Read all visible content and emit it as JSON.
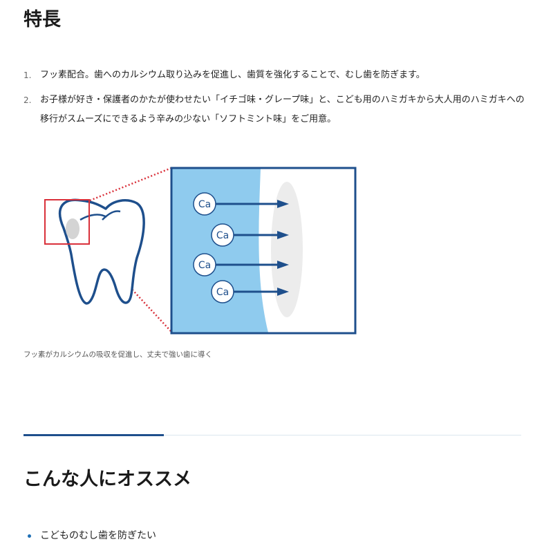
{
  "features": {
    "title": "特長",
    "items": [
      {
        "num": "1.",
        "text": "フッ素配合。歯へのカルシウム取り込みを促進し、歯質を強化することで、むし歯を防ぎます。"
      },
      {
        "num": "2.",
        "text": "お子様が好き・保護者のかたが使わせたい「イチゴ味・グレープ味」と、こども用のハミガキから大人用のハミガキへの移行がスムーズにできるよう辛みの少ない「ソフトミント味」をご用意。"
      }
    ]
  },
  "figure": {
    "ion_labels": [
      "Ca",
      "Ca",
      "Ca",
      "Ca"
    ],
    "caption": "フッ素がカルシウムの吸収を促進し、丈夫で強い歯に導く",
    "colors": {
      "panel_border": "#1e4f8c",
      "panel_fill": "#8fcbee",
      "arrow": "#1e4f8c",
      "highlight_box": "#d9303a",
      "tooth_outline": "#1e4f8c"
    }
  },
  "recommend": {
    "title": "こんな人にオススメ",
    "items": [
      "こどものむし歯を防ぎたい"
    ]
  },
  "colors": {
    "divider_accent": "#1e4f8c",
    "bullet": "#1e6fb5"
  }
}
